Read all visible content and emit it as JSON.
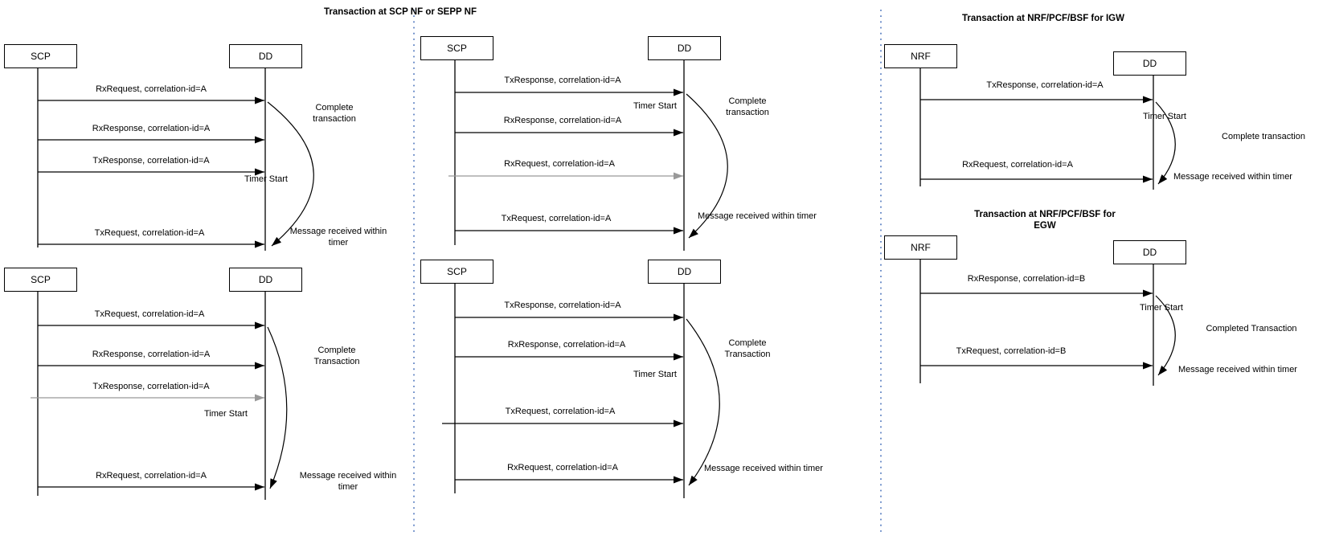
{
  "section_titles": {
    "scp": "Transaction at SCP NF or SEPP NF",
    "igw": "Transaction at NRF/PCF/BSF for IGW",
    "egw_line1": "Transaction at NRF/PCF/BSF for",
    "egw_line2": "EGW"
  },
  "colors": {
    "line": "#000000",
    "gray_line": "#999999",
    "divider_dots": "#6f8fc9",
    "box_fill": "#ffffff",
    "text": "#000000"
  },
  "diagrams": {
    "l1": {
      "actors": {
        "left": "SCP",
        "right": "DD"
      },
      "messages": [
        "RxRequest, correlation-id=A",
        "RxResponse, correlation-id=A",
        "TxResponse, correlation-id=A",
        "TxRequest, correlation-id=A"
      ],
      "timer_label": "Timer Start",
      "annotations": {
        "complete": "Complete transaction",
        "received": "Message received within timer"
      }
    },
    "l2": {
      "actors": {
        "left": "SCP",
        "right": "DD"
      },
      "messages": [
        "TxRequest, correlation-id=A",
        "RxResponse, correlation-id=A",
        "TxResponse, correlation-id=A",
        "RxRequest, correlation-id=A"
      ],
      "timer_label": "Timer Start",
      "annotations": {
        "complete": "Complete Transaction",
        "received": "Message received within timer"
      }
    },
    "m1": {
      "actors": {
        "left": "SCP",
        "right": "DD"
      },
      "messages": [
        "TxResponse, correlation-id=A",
        "RxResponse, correlation-id=A",
        "RxRequest, correlation-id=A",
        "TxRequest, correlation-id=A"
      ],
      "timer_label": "Timer Start",
      "annotations": {
        "complete": "Complete transaction",
        "received": "Message received within timer"
      }
    },
    "m2": {
      "actors": {
        "left": "SCP",
        "right": "DD"
      },
      "messages": [
        "TxResponse, correlation-id=A",
        "RxResponse, correlation-id=A",
        "TxRequest, correlation-id=A",
        "RxRequest, correlation-id=A"
      ],
      "timer_label": "Timer Start",
      "annotations": {
        "complete": "Complete Transaction",
        "received": "Message received within timer"
      }
    },
    "r1": {
      "actors": {
        "left": "NRF",
        "right": "DD"
      },
      "messages": [
        "TxResponse, correlation-id=A",
        "RxRequest, correlation-id=A"
      ],
      "timer_label": "Timer Start",
      "annotations": {
        "complete": "Complete transaction",
        "received": "Message received within timer"
      }
    },
    "r2": {
      "actors": {
        "left": "NRF",
        "right": "DD"
      },
      "messages": [
        "RxResponse, correlation-id=B",
        "TxRequest, correlation-id=B"
      ],
      "timer_label": "Timer Start",
      "annotations": {
        "complete": "Completed Transaction",
        "received": "Message received within timer"
      }
    }
  }
}
